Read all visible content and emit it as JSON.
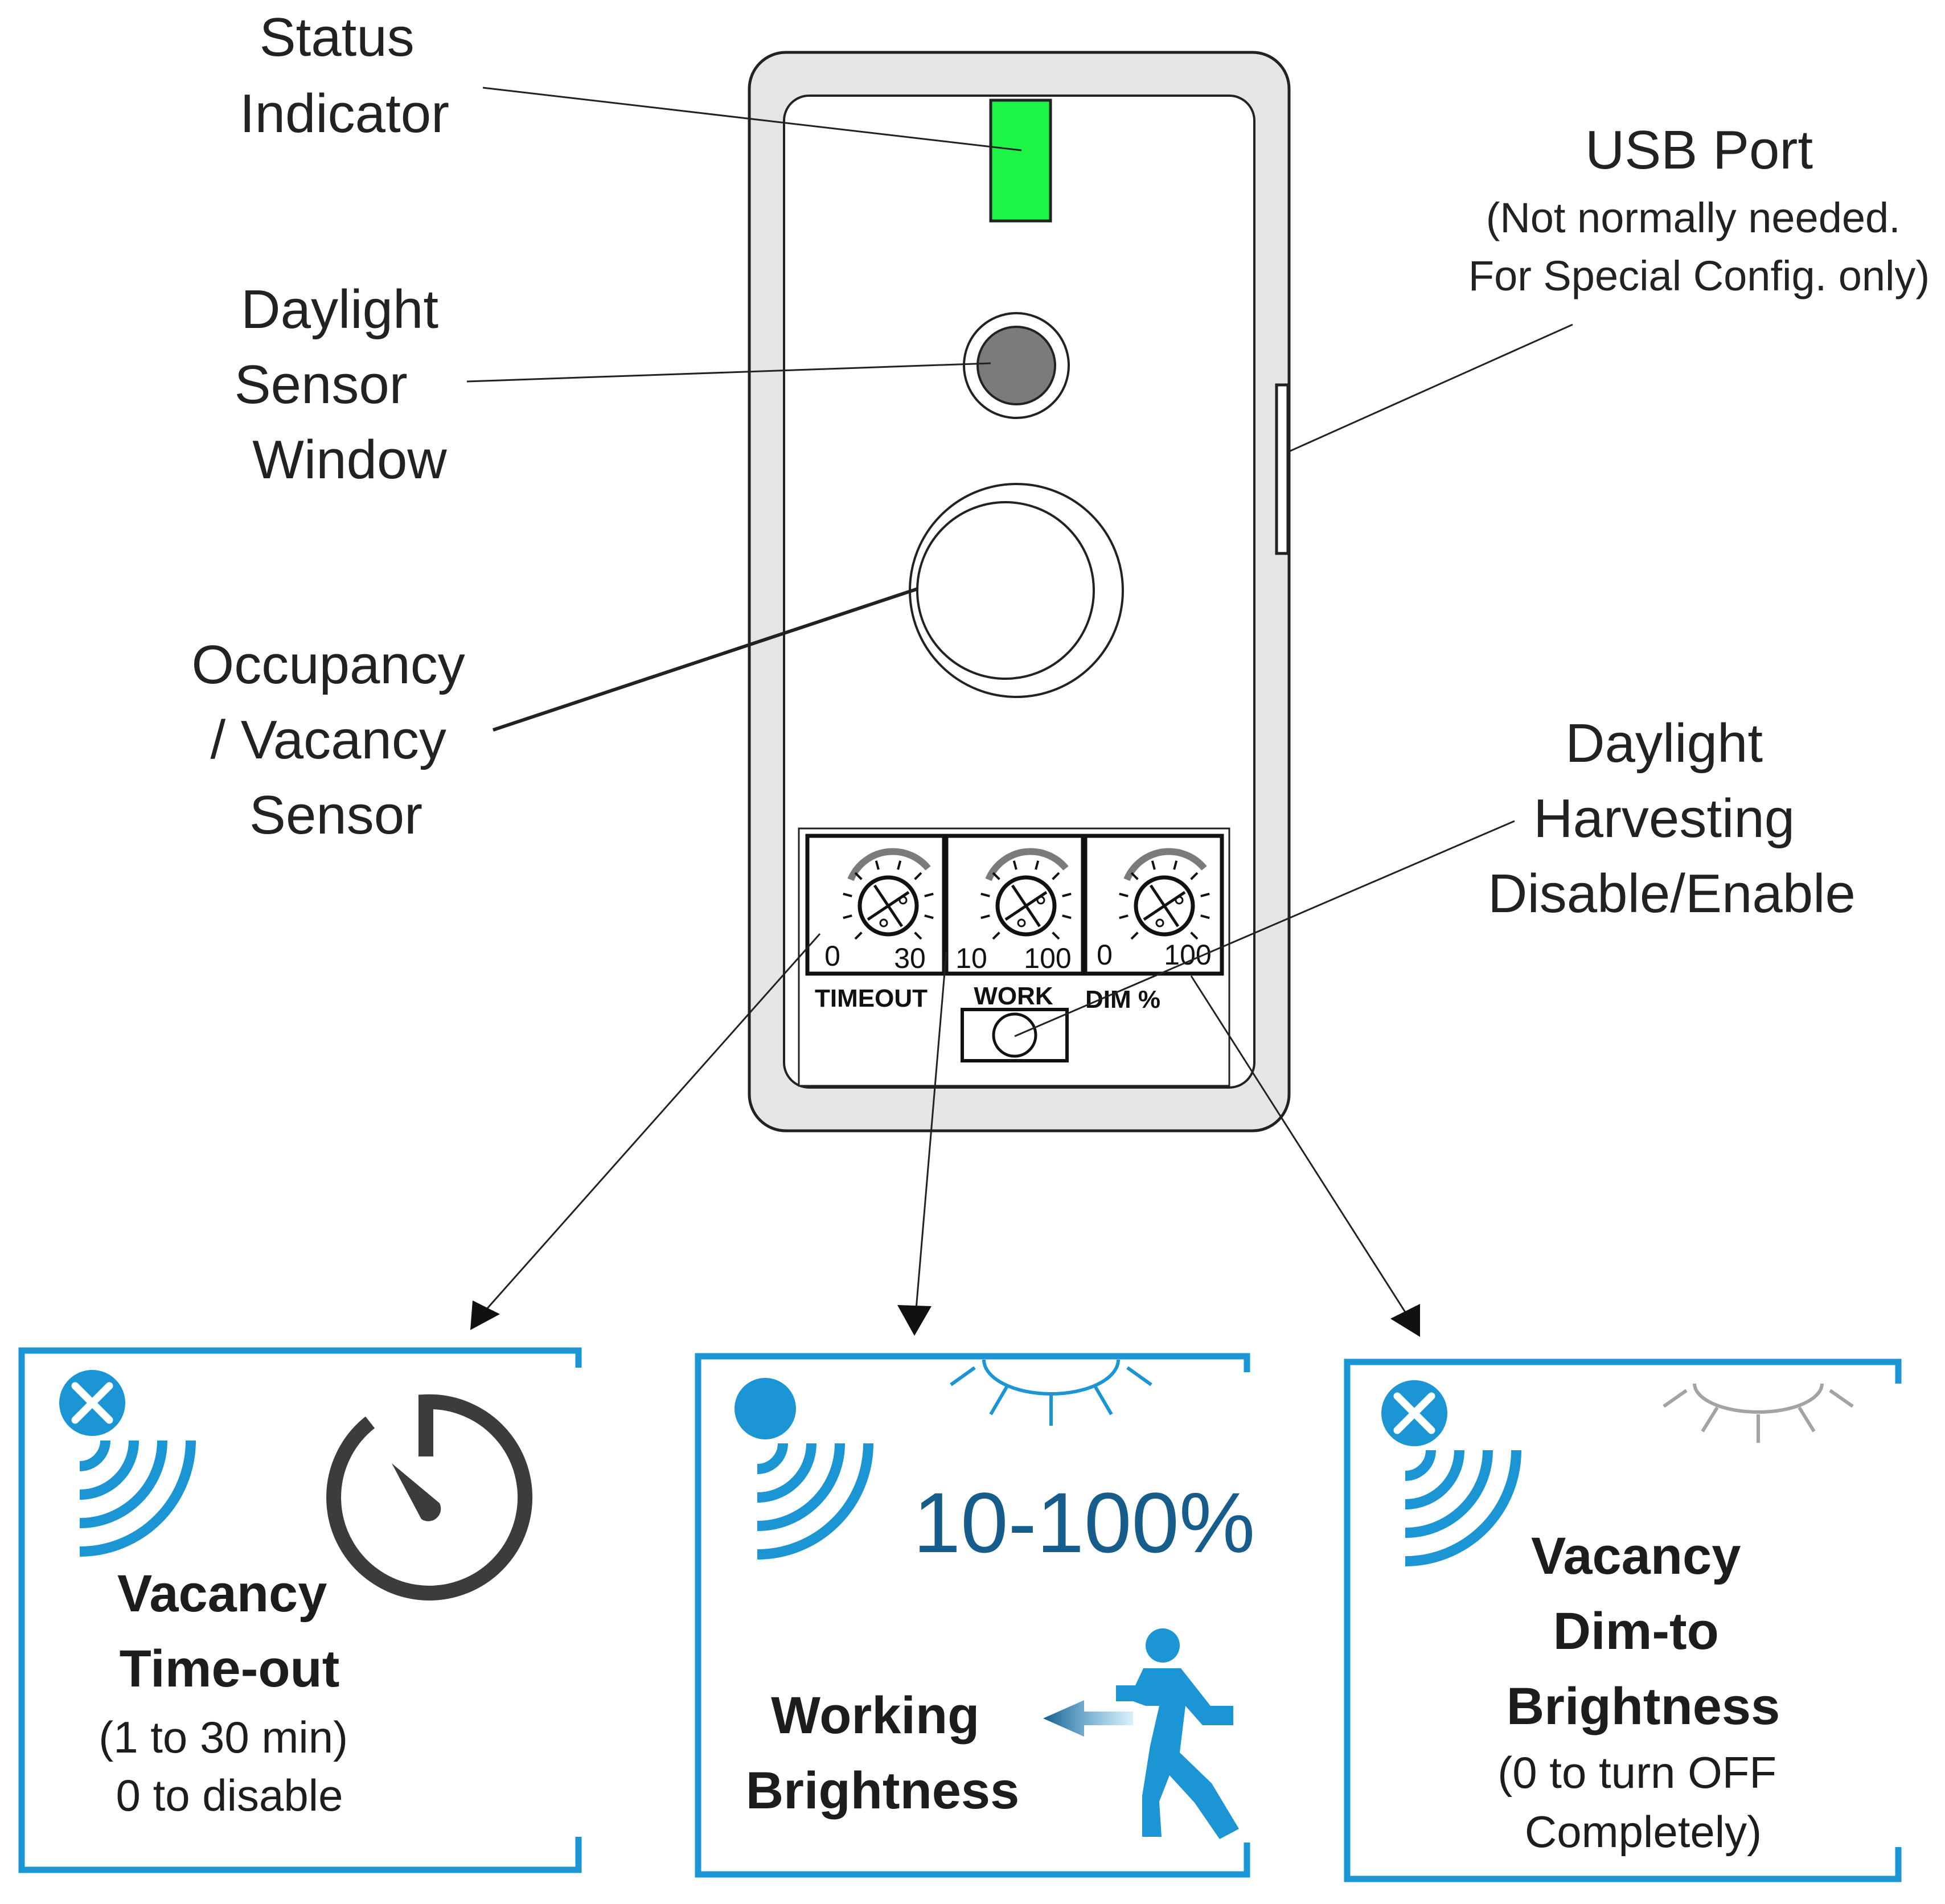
{
  "labels": {
    "status_indicator": [
      "Status",
      "Indicator"
    ],
    "daylight_sensor_window": [
      "Daylight",
      "Sensor",
      "Window"
    ],
    "occupancy_sensor": [
      "Occupancy",
      "/ Vacancy",
      "Sensor"
    ],
    "usb_port": {
      "title": "USB Port",
      "note": [
        "(Not normally needed.",
        "For Special Config. only)"
      ]
    },
    "daylight_harvesting": [
      "Daylight",
      "Harvesting",
      "Disable/Enable"
    ]
  },
  "dials": [
    {
      "caption": "TIMEOUT",
      "min": "0",
      "max": "30"
    },
    {
      "caption": "WORK",
      "min": "10",
      "max": "100"
    },
    {
      "caption": "DIM %",
      "min": "0",
      "max": "100"
    }
  ],
  "cards": {
    "timeout": {
      "title": [
        "Vacancy",
        "Time-out"
      ],
      "details": [
        "(1 to 30 min)",
        "0 to disable"
      ],
      "icons": [
        "vacancy-x-icon",
        "wireless-waves-icon",
        "timer-icon"
      ]
    },
    "working": {
      "percent": "10-100%",
      "title": [
        "Working",
        "Brightness"
      ],
      "icons": [
        "occupancy-dot-icon",
        "wireless-waves-icon",
        "sun-icon",
        "walking-person-icon",
        "arrow-left-icon"
      ]
    },
    "dim": {
      "title": [
        "Vacancy",
        "Dim-to",
        "Brightness"
      ],
      "details": [
        "(0 to turn OFF",
        "Completely)"
      ],
      "icons": [
        "vacancy-x-icon",
        "wireless-waves-icon",
        "dim-sun-icon"
      ]
    }
  },
  "colors": {
    "accent_blue": "#1b95d4",
    "dark_blue": "#165d8c",
    "status_green": "#1df546",
    "device_gray": "#e5e5e5",
    "sensor_gray": "#7b7b7b",
    "timer_gray": "#3c3c3b",
    "dim_sun_gray": "#a3a3a3"
  }
}
